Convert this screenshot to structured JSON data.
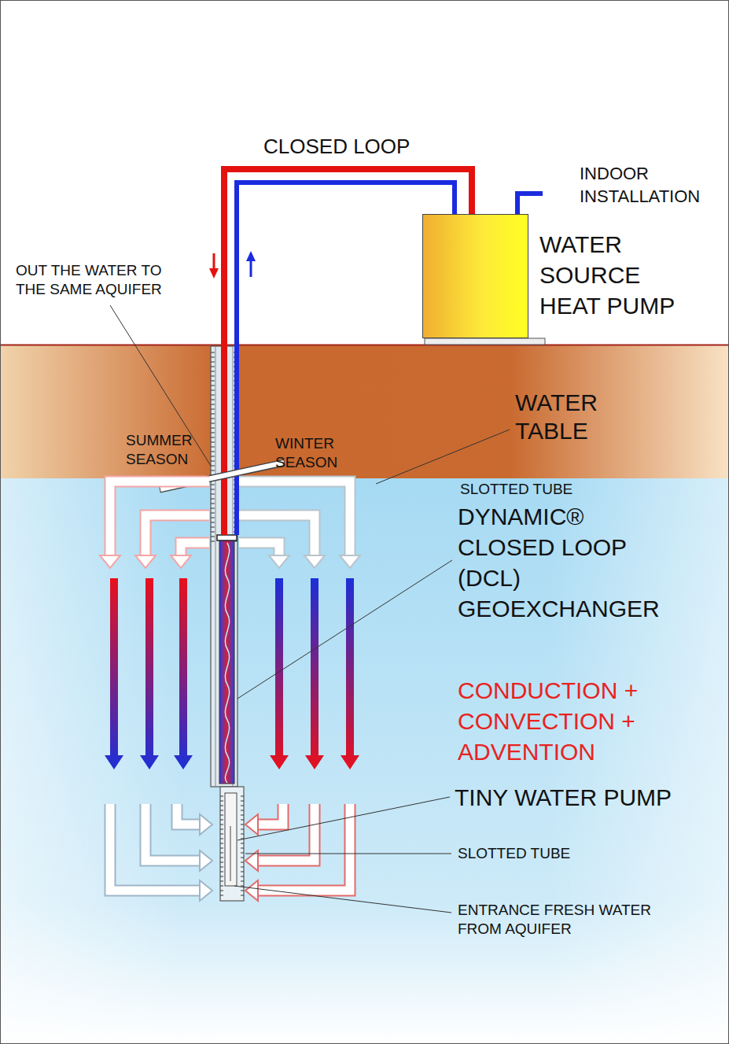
{
  "diagram": {
    "nodes": [
      {
        "text": [
          "WATER SOURCE HEAT PUMP"
        ]
      }
    ],
    "labels": [
      "CLOSED LOOP",
      "INDOOR INSTALLATION",
      "OUT THE WATER TO THE SAME AQUIFER",
      "SUMMER SEASON",
      "WINTER SEASON",
      "WATER TABLE",
      "SLOTTED TUBE",
      "DYNAMIC® CLOSED LOOP (DCL) GEOEXCHANGER",
      "CONDUCTION + CONVECTION + ADVENTION",
      "TINY WATER PUMP",
      "SLOTTED TUBE",
      "ENTRANCE FRESH WATER FROM AQUIFER"
    ]
  }
}
